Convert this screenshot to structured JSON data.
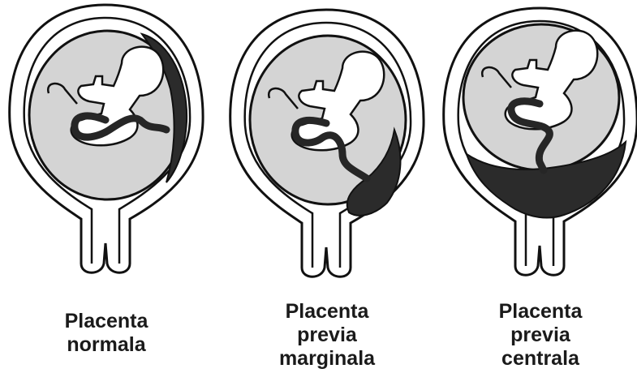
{
  "panels": [
    {
      "id": "normal",
      "caption_lines": [
        "Placenta",
        "normala"
      ]
    },
    {
      "id": "marginal",
      "caption_lines": [
        "Placenta",
        "previa",
        "marginala"
      ]
    },
    {
      "id": "central",
      "caption_lines": [
        "Placenta",
        "previa",
        "centrala"
      ]
    }
  ],
  "colors": {
    "outline": "#111111",
    "uterus_fill": "#ffffff",
    "amniotic_fill": "#d4d4d4",
    "placenta_fill": "#2b2b2b",
    "cord": "#262626",
    "text": "#1a1a1a"
  }
}
